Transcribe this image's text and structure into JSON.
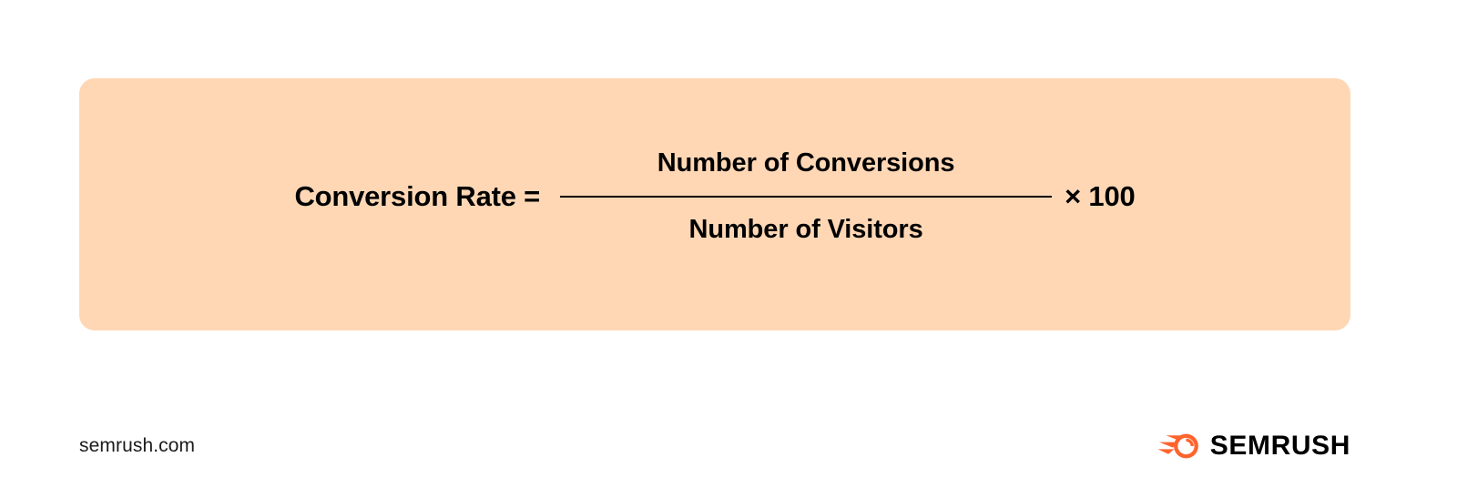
{
  "panel": {
    "background_color": "#ffd7b5",
    "formula": {
      "lhs": "Conversion Rate =",
      "numerator": "Number of Conversions",
      "denominator": "Number of Visitors",
      "multiplier": "× 100"
    }
  },
  "footer": {
    "url": "semrush.com",
    "brand_name": "SEMRUSH",
    "brand_icon": "semrush-comet-icon",
    "brand_color": "#ff642d",
    "text_color": "#000000"
  }
}
